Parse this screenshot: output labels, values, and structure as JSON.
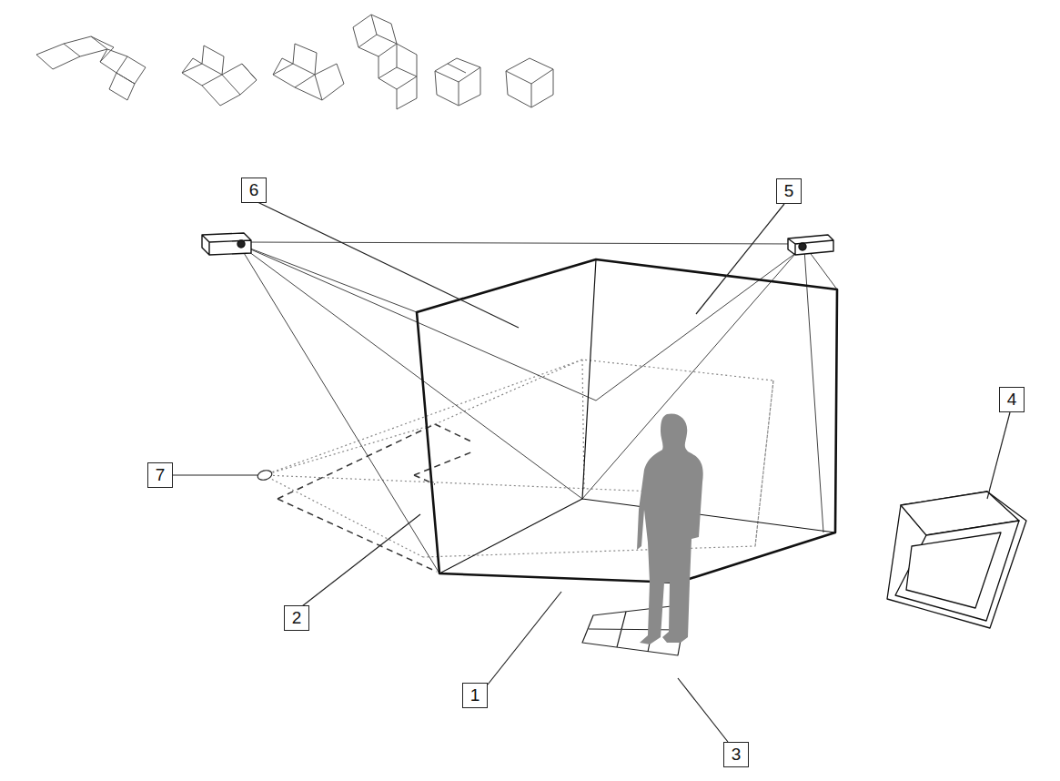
{
  "diagram": {
    "labels": [
      "6",
      "5",
      "4",
      "7",
      "2",
      "1",
      "3"
    ]
  }
}
